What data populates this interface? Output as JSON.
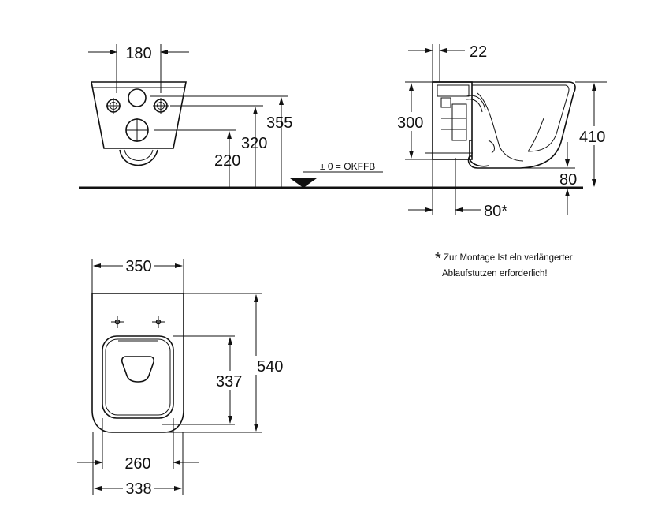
{
  "front_view": {
    "dim_width": "180",
    "dim_height_top": "355",
    "dim_height_mid": "320",
    "dim_height_low": "220",
    "floor_reference": "± 0 = OKFFB"
  },
  "side_view": {
    "dim_depth_top": "22",
    "dim_height_left": "300",
    "dim_height_right": "410",
    "dim_outlet_height": "80",
    "dim_outlet_length": "80*"
  },
  "top_view": {
    "dim_width_top": "350",
    "dim_length": "540",
    "dim_seat_length": "337",
    "dim_seat_width": "260",
    "dim_width_bottom": "338"
  },
  "note": {
    "asterisk": "*",
    "line1": "Zur Montage Ist eln verlängerter",
    "line2": "Ablaufstutzen erforderlich!"
  }
}
